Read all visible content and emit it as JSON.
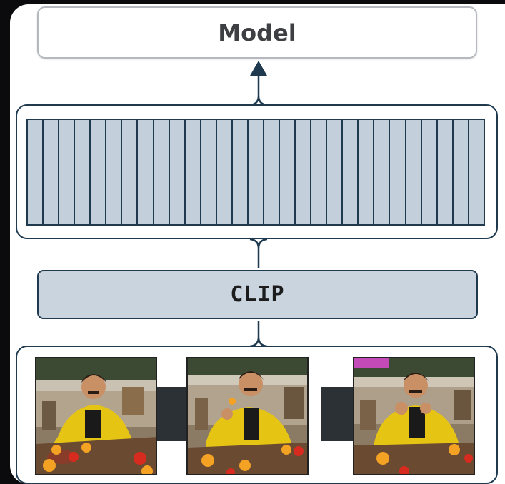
{
  "model": {
    "label": "Model"
  },
  "encoder": {
    "label": "CLIP"
  },
  "tokens": {
    "count": 29
  },
  "frames": [
    {
      "id": "frame-1",
      "pose": "reaching-down"
    },
    {
      "id": "frame-2",
      "pose": "eating-fork"
    },
    {
      "id": "frame-3",
      "pose": "hand-to-mouth"
    }
  ],
  "colors": {
    "outline": "#1f3a4f",
    "token_fill": "#c3cfda",
    "clip_fill": "#c9d4de",
    "jacket": "#e6c414",
    "background": "#0b0b0d"
  }
}
